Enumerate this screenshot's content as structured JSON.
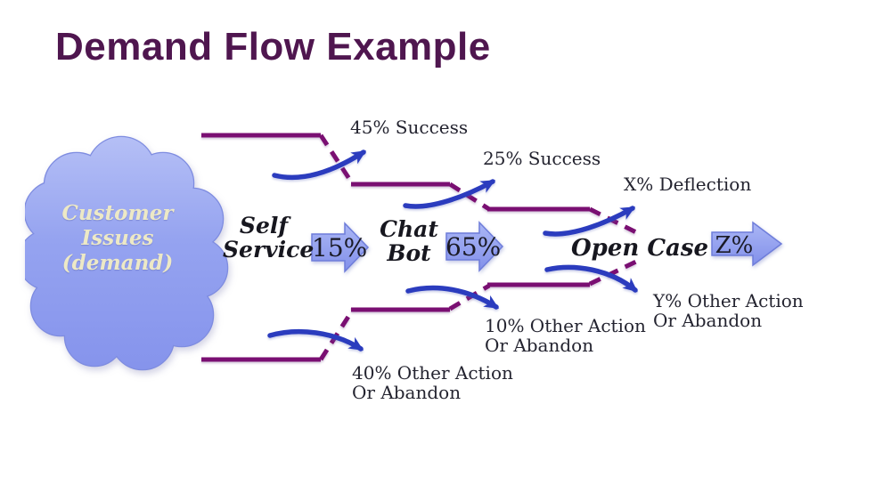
{
  "title": {
    "text": "Demand Flow Example"
  },
  "cloud": {
    "line1": "Customer",
    "line2": "Issues",
    "line3": "(demand)"
  },
  "stages": {
    "self_service": {
      "line1": "Self",
      "line2": "Service"
    },
    "chat_bot": {
      "line1": "Chat",
      "line2": "Bot"
    },
    "open_case": {
      "label": "Open Case"
    }
  },
  "transfer_arrows": {
    "to_chat_bot": "15%",
    "to_open_case": "65%",
    "from_open_case": "Z%"
  },
  "exits": {
    "self_service_success": {
      "label": "45% Success"
    },
    "chat_bot_success": {
      "label": "25% Success"
    },
    "open_case_deflection": {
      "label": "X% Deflection"
    },
    "self_service_abandon": {
      "line1": "40% Other Action",
      "line2": "Or Abandon"
    },
    "chat_bot_abandon": {
      "line1": "10% Other Action",
      "line2": "Or Abandon"
    },
    "open_case_abandon": {
      "line1": "Y% Other Action",
      "line2": "Or Abandon"
    }
  },
  "colors": {
    "title": "#4F164F",
    "flow_line": "#7A0F72",
    "exit_arrow_blue": "#2B3CBE",
    "block_arrow_fill": "#93A2F0",
    "block_arrow_border": "#6E7DDA",
    "cloud_fill": "#8C9BEE",
    "cloud_border": "#7E8CE0",
    "cloud_text": "#EDE9C6",
    "label_text": "#242430"
  }
}
